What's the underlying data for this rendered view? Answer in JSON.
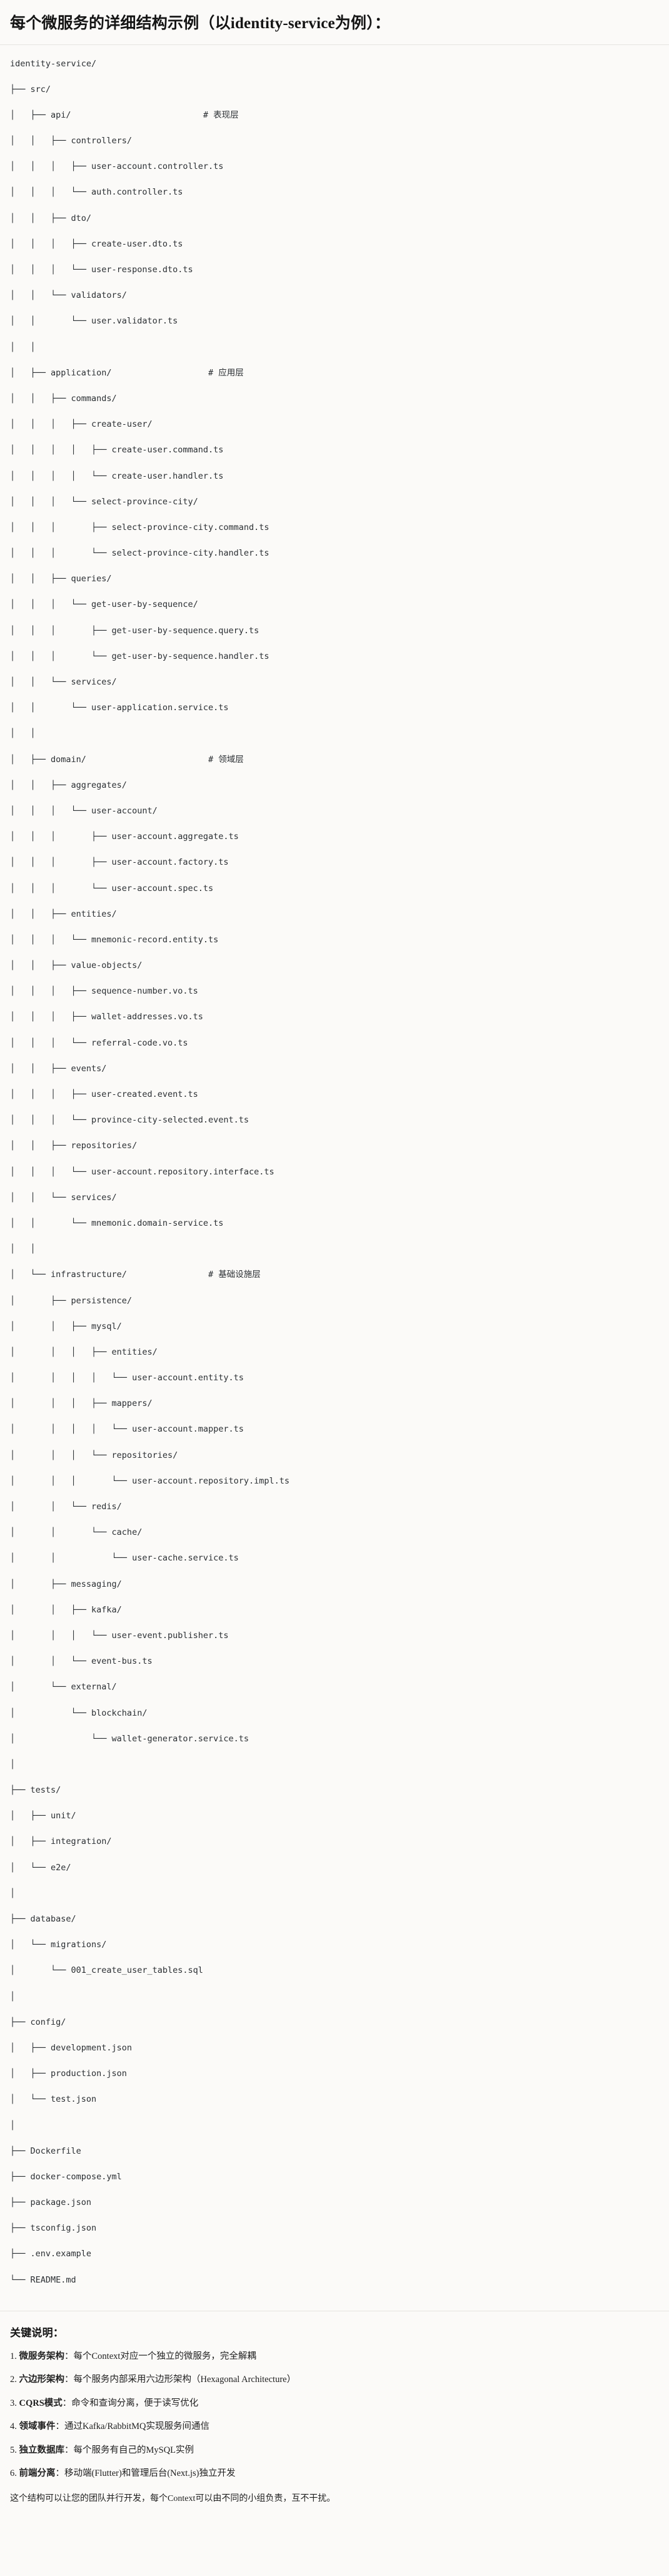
{
  "header": {
    "title": "每个微服务的详细结构示例（以identity-service为例）："
  },
  "tree": {
    "lines": [
      "identity-service/",
      "├── src/",
      "│   ├── api/                          # 表现层",
      "│   │   ├── controllers/",
      "│   │   │   ├── user-account.controller.ts",
      "│   │   │   └── auth.controller.ts",
      "│   │   ├── dto/",
      "│   │   │   ├── create-user.dto.ts",
      "│   │   │   └── user-response.dto.ts",
      "│   │   └── validators/",
      "│   │       └── user.validator.ts",
      "│   │",
      "│   ├── application/                   # 应用层",
      "│   │   ├── commands/",
      "│   │   │   ├── create-user/",
      "│   │   │   │   ├── create-user.command.ts",
      "│   │   │   │   └── create-user.handler.ts",
      "│   │   │   └── select-province-city/",
      "│   │   │       ├── select-province-city.command.ts",
      "│   │   │       └── select-province-city.handler.ts",
      "│   │   ├── queries/",
      "│   │   │   └── get-user-by-sequence/",
      "│   │   │       ├── get-user-by-sequence.query.ts",
      "│   │   │       └── get-user-by-sequence.handler.ts",
      "│   │   └── services/",
      "│   │       └── user-application.service.ts",
      "│   │",
      "│   ├── domain/                        # 领域层",
      "│   │   ├── aggregates/",
      "│   │   │   └── user-account/",
      "│   │   │       ├── user-account.aggregate.ts",
      "│   │   │       ├── user-account.factory.ts",
      "│   │   │       └── user-account.spec.ts",
      "│   │   ├── entities/",
      "│   │   │   └── mnemonic-record.entity.ts",
      "│   │   ├── value-objects/",
      "│   │   │   ├── sequence-number.vo.ts",
      "│   │   │   ├── wallet-addresses.vo.ts",
      "│   │   │   └── referral-code.vo.ts",
      "│   │   ├── events/",
      "│   │   │   ├── user-created.event.ts",
      "│   │   │   └── province-city-selected.event.ts",
      "│   │   ├── repositories/",
      "│   │   │   └── user-account.repository.interface.ts",
      "│   │   └── services/",
      "│   │       └── mnemonic.domain-service.ts",
      "│   │",
      "│   └── infrastructure/                # 基础设施层",
      "│       ├── persistence/",
      "│       │   ├── mysql/",
      "│       │   │   ├── entities/",
      "│       │   │   │   └── user-account.entity.ts",
      "│       │   │   ├── mappers/",
      "│       │   │   │   └── user-account.mapper.ts",
      "│       │   │   └── repositories/",
      "│       │   │       └── user-account.repository.impl.ts",
      "│       │   └── redis/",
      "│       │       └── cache/",
      "│       │           └── user-cache.service.ts",
      "│       ├── messaging/",
      "│       │   ├── kafka/",
      "│       │   │   └── user-event.publisher.ts",
      "│       │   └── event-bus.ts",
      "│       └── external/",
      "│           └── blockchain/",
      "│               └── wallet-generator.service.ts",
      "│",
      "├── tests/",
      "│   ├── unit/",
      "│   ├── integration/",
      "│   └── e2e/",
      "│",
      "├── database/",
      "│   └── migrations/",
      "│       └── 001_create_user_tables.sql",
      "│",
      "├── config/",
      "│   ├── development.json",
      "│   ├── production.json",
      "│   └── test.json",
      "│",
      "├── Dockerfile",
      "├── docker-compose.yml",
      "├── package.json",
      "├── tsconfig.json",
      "├── .env.example",
      "└── README.md"
    ]
  },
  "notes": {
    "title": "关键说明：",
    "items": [
      {
        "num": "1.",
        "label": "微服务架构",
        "text": "：每个Context对应一个独立的微服务，完全解耦"
      },
      {
        "num": "2.",
        "label": "六边形架构",
        "text": "：每个服务内部采用六边形架构（Hexagonal Architecture）"
      },
      {
        "num": "3.",
        "label": "CQRS模式",
        "text": "：命令和查询分离，便于读写优化"
      },
      {
        "num": "4.",
        "label": "领域事件",
        "text": "：通过Kafka/RabbitMQ实现服务间通信"
      },
      {
        "num": "5.",
        "label": "独立数据库",
        "text": "：每个服务有自己的MySQL实例"
      },
      {
        "num": "6.",
        "label": "前端分离",
        "text": "：移动端(Flutter)和管理后台(Next.js)独立开发"
      }
    ],
    "footer": "这个结构可以让您的团队并行开发，每个Context可以由不同的小组负责，互不干扰。"
  }
}
